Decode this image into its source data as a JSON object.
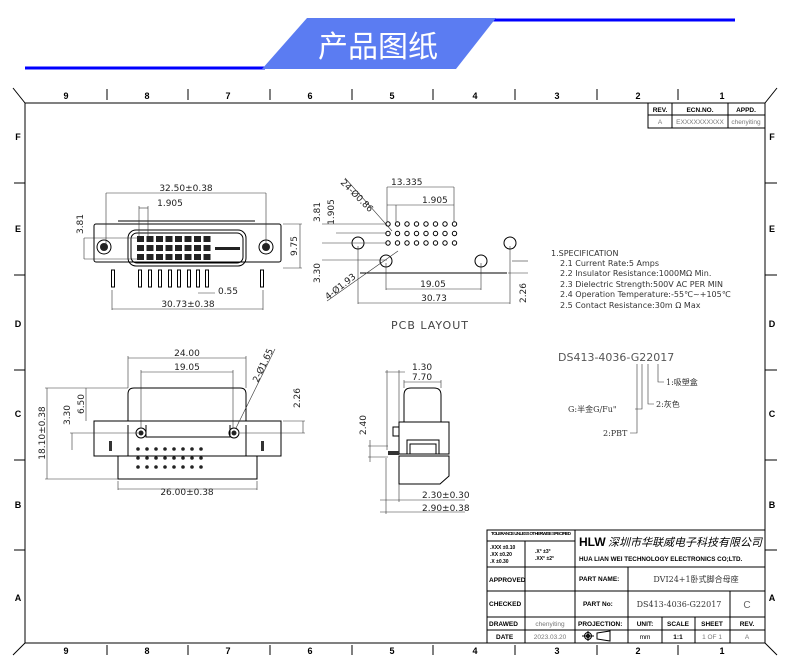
{
  "header": {
    "title": "产品图纸",
    "accent": "#5b7cf2",
    "line_color": "#0000ff"
  },
  "frame": {
    "columns": [
      "9",
      "8",
      "7",
      "6",
      "5",
      "4",
      "3",
      "2",
      "1"
    ],
    "rows_left": [
      "F",
      "E",
      "D",
      "C",
      "B",
      "A"
    ],
    "rows_right": [
      "F",
      "E",
      "D",
      "C",
      "B",
      "A"
    ]
  },
  "revision_table": {
    "headers": [
      "REV.",
      "ECN.NO.",
      "APPD."
    ],
    "row": [
      "A",
      "EXXXXXXXXXX",
      "chenyiting"
    ]
  },
  "front_view": {
    "dims": [
      "32.50±0.38",
      "1.905",
      "3.81",
      "9.75",
      "0.55",
      "30.73±0.38"
    ]
  },
  "pcb_layout": {
    "title": "PCB LAYOUT",
    "dims": [
      "13.335",
      "24-Ø0.86",
      "1.905",
      "3.81",
      "1.905",
      "3.30",
      "4-Ø1.93",
      "19.05",
      "30.73",
      "2.26"
    ]
  },
  "bottom_view": {
    "dims": [
      "24.00",
      "19.05",
      "2-Ø1.65",
      "6.50",
      "3.30",
      "18.10±0.38",
      "2.26",
      "26.00±0.38"
    ]
  },
  "side_view": {
    "dims": [
      "1.30",
      "7.70",
      "2.40",
      "2.30±0.30",
      "2.90±0.38"
    ]
  },
  "specification": {
    "heading": "1.SPECIFICATION",
    "items": [
      "2.1  Current  Rate:5  Amps",
      "2.2  Insulator  Resistance:1000MΩ  Min.",
      "2.3  Dielectric  Strength:500V  AC  PER  MIN",
      "2.4  Operation  Temperature:-55℃~+105℃",
      "2.5  Contact  Resistance:30m Ω Max"
    ]
  },
  "part_code": {
    "code": "DS413-4036-G22017",
    "notes": [
      "1:吸塑盒",
      "2:灰色",
      "G:半金G/Fu\"",
      "2:PBT"
    ]
  },
  "title_block": {
    "tolerance_title": "TOLERANCE UNLESS OTHERWISE SPECIFIED",
    "tol_left": [
      ".XXX ±0.10",
      ".XX ±0.20",
      ".X ±0.30"
    ],
    "tol_right": [
      ".X° ±3°",
      ".XX° ±2°"
    ],
    "logo": "HLW",
    "company_cn": "深圳市华联威电子科技有限公司",
    "company_en": "HUA LIAN WEI TECHNOLOGY ELECTRONICS CO;LTD.",
    "approved_label": "APPROVED",
    "approved_value": "",
    "checked_label": "CHECKED",
    "checked_value": "",
    "drawed_label": "DRAWED",
    "drawed_value": "chenyiting",
    "date_label": "DATE",
    "date_value": "2023.03.20",
    "part_name_label": "PART NAME:",
    "part_name": "DVI24+1卧式脚合母座",
    "part_no_label": "PART No:",
    "part_no": "DS413-4036-G22017",
    "part_rev": "C",
    "projection_label": "PROJECTION:",
    "unit_label": "UNIT:",
    "unit": "mm",
    "scale_label": "SCALE",
    "scale": "1:1",
    "sheet_label": "SHEET",
    "sheet": "1 OF 1",
    "rev_label": "REV.",
    "rev": "A"
  }
}
